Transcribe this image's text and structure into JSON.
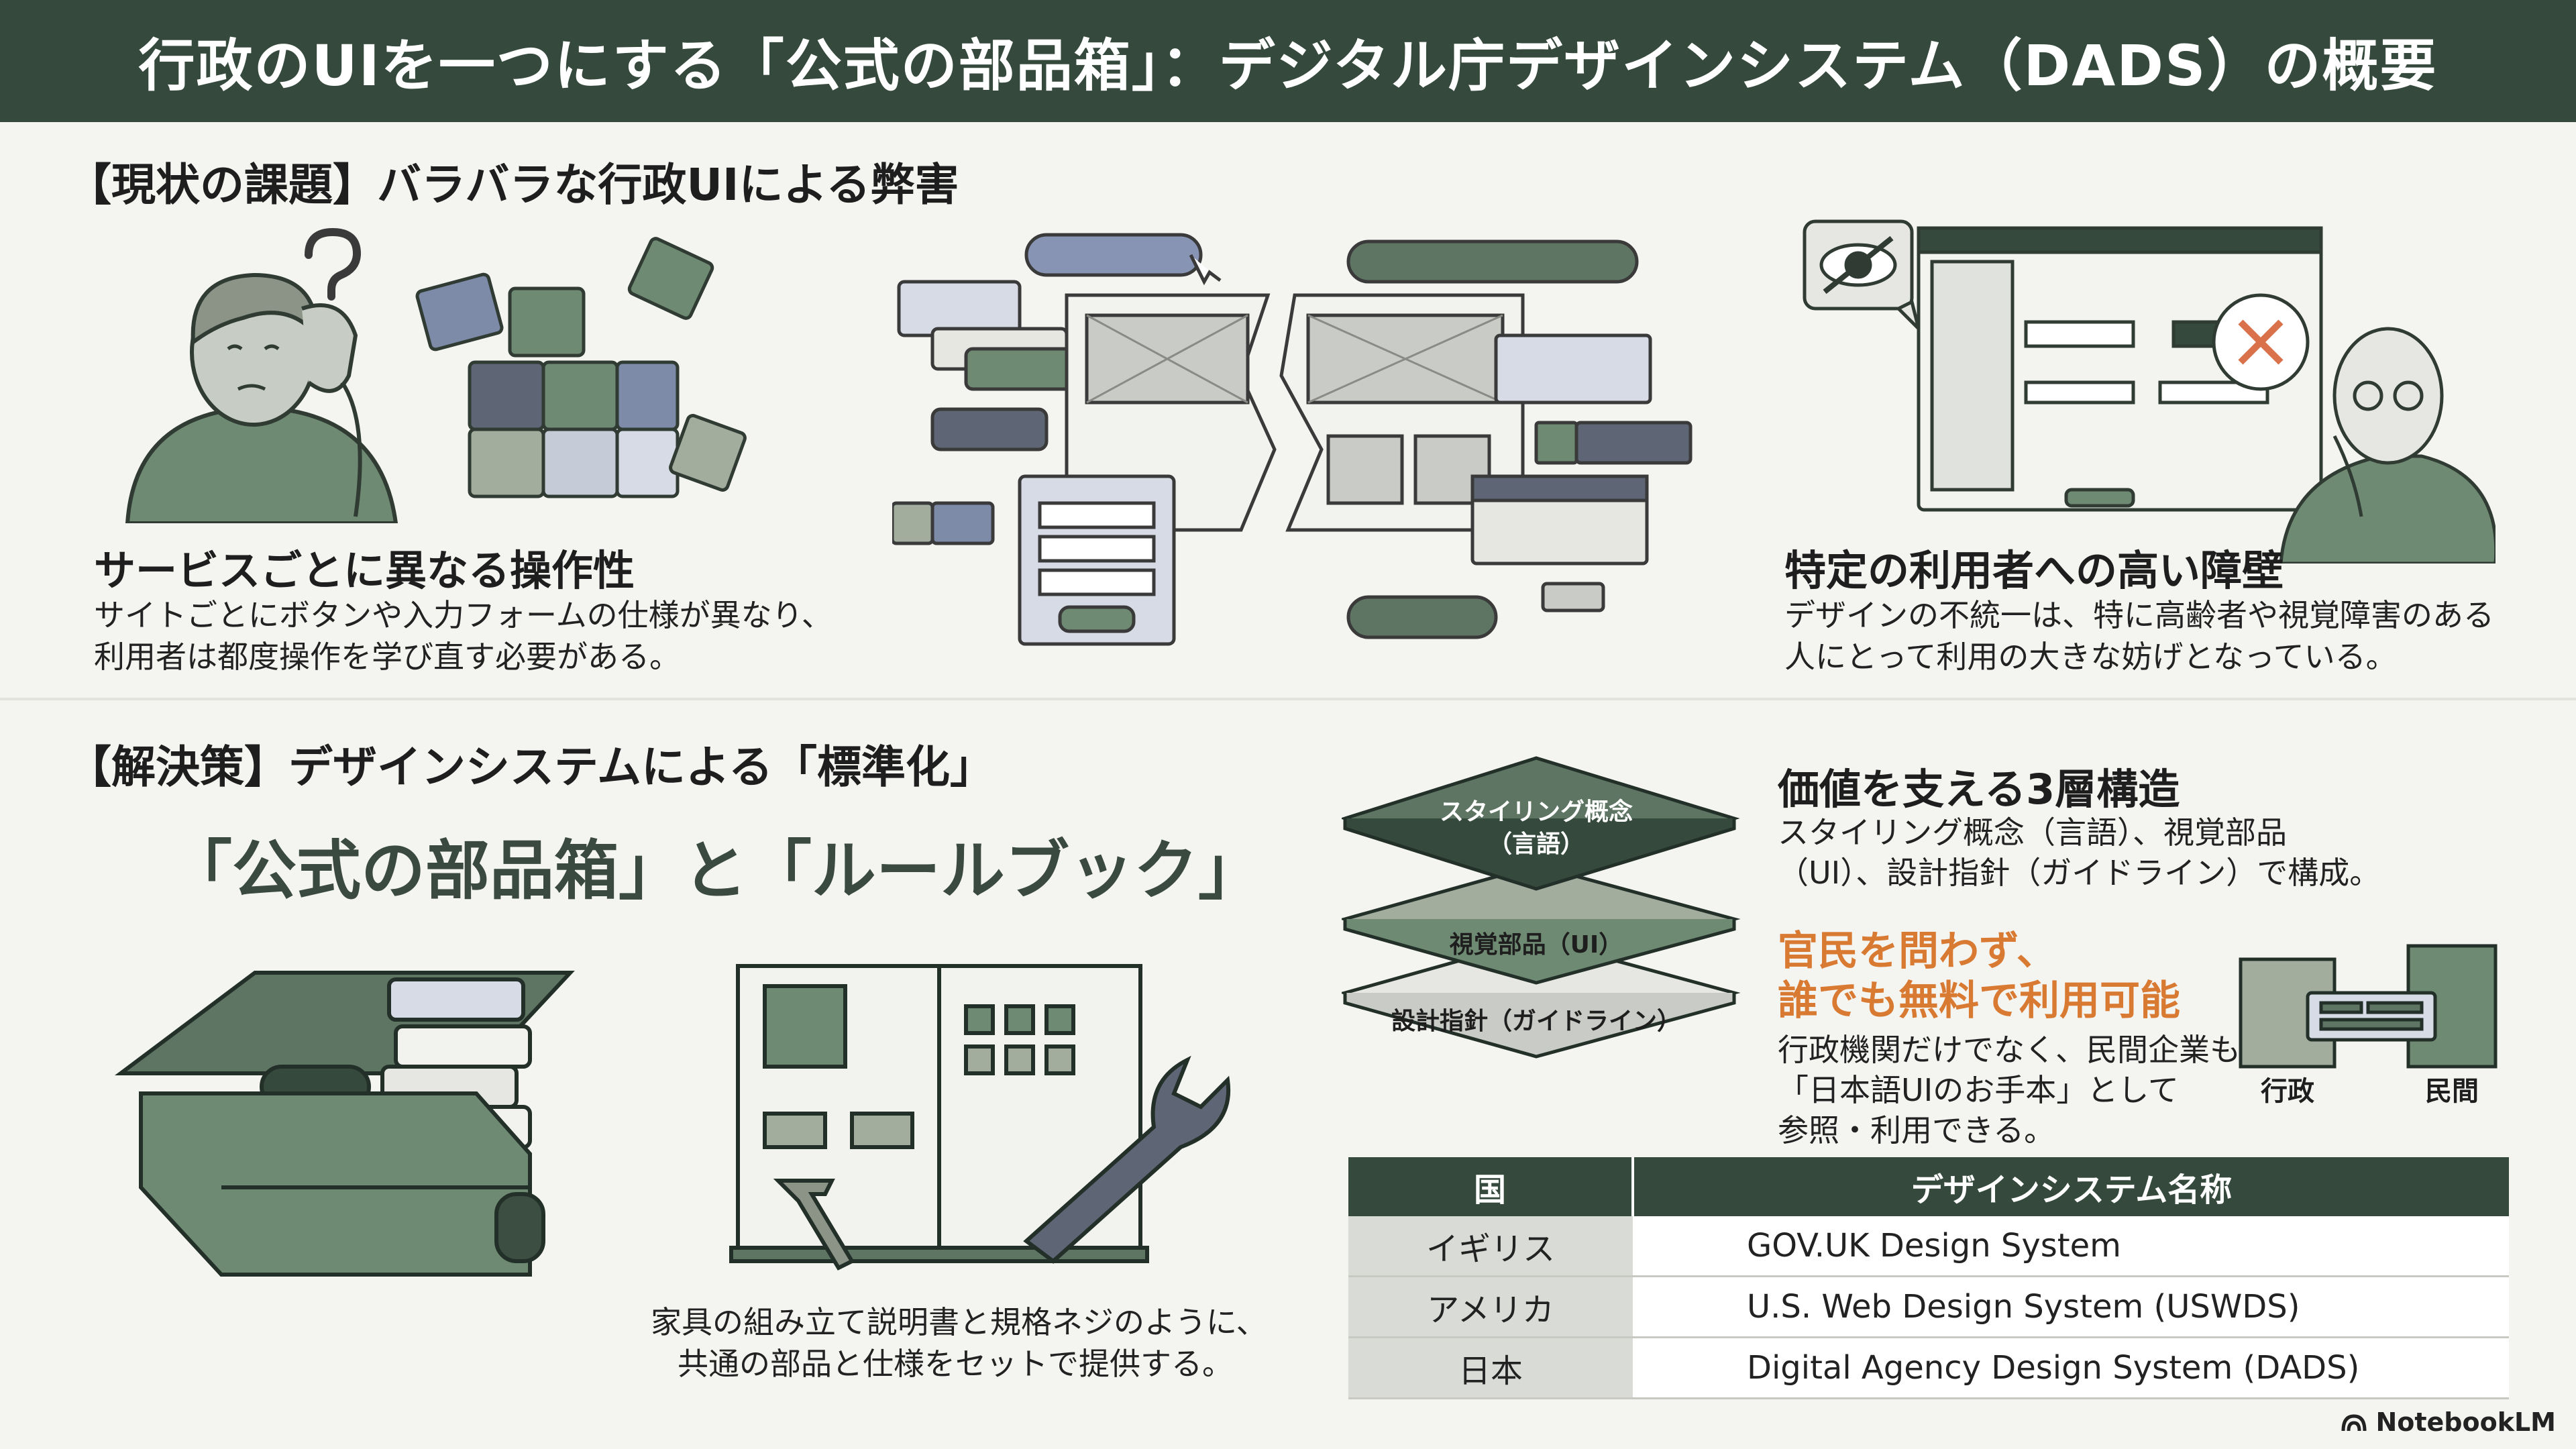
{
  "header": {
    "title": "行政のUIを一つにする「公式の部品箱」：デジタル庁デザインシステム（DADS）の概要"
  },
  "problem": {
    "heading": "【現状の課題】バラバラな行政UIによる弊害",
    "left": {
      "title": "サービスごとに異なる操作性",
      "lines": [
        "サイトごとにボタンや入力フォームの仕様が異なり、",
        "利用者は都度操作を学び直す必要がある。"
      ]
    },
    "right": {
      "title": "特定の利用者への高い障壁",
      "lines": [
        "デザインの不統一は、特に高齢者や視覚障害のある",
        "人にとって利用の大きな妨げとなっている。"
      ]
    }
  },
  "solution": {
    "heading": "【解決策】デザインシステムによる「標準化」",
    "subtitle": "「公式の部品箱」と「ルールブック」",
    "caption_lines": [
      "家具の組み立て説明書と規格ネジのように、",
      "共通の部品と仕様をセットで提供する。"
    ],
    "layers": {
      "top_lines": [
        "スタイリング概念",
        "（言語）"
      ],
      "middle": "視覚部品（UI）",
      "bottom": "設計指針（ガイドライン）"
    },
    "structure": {
      "title": "価値を支える3層構造",
      "lines": [
        "スタイリング概念（言語）、視覚部品",
        "（UI）、設計指針（ガイドライン）で構成。"
      ]
    },
    "free": {
      "title_lines": [
        "官民を問わず、",
        "誰でも無料で利用可能"
      ],
      "lines": [
        "行政機関だけでなく、民間企業も",
        "「日本語UIのお手本」として",
        "参照・利用できる。"
      ],
      "label_gov": "行政",
      "label_private": "民間"
    }
  },
  "table": {
    "headers": [
      "国",
      "デザインシステム名称"
    ],
    "rows": [
      {
        "country": "イギリス",
        "name": "GOV.UK Design System"
      },
      {
        "country": "アメリカ",
        "name": "U.S. Web Design System (USWDS)"
      },
      {
        "country": "日本",
        "name": "Digital Agency Design System (DADS)"
      }
    ]
  },
  "icons": {
    "question": "question-mark-icon",
    "eye_off": "eye-off-icon",
    "error": "x-mark-icon",
    "brand": "notebooklm-logo-icon"
  },
  "brand": {
    "label": "NotebookLM"
  },
  "colors": {
    "dark_green": "#354a3d",
    "mid_green": "#6f8a73",
    "accent_orange": "#d97a33",
    "slate_blue": "#7d8aa8"
  }
}
